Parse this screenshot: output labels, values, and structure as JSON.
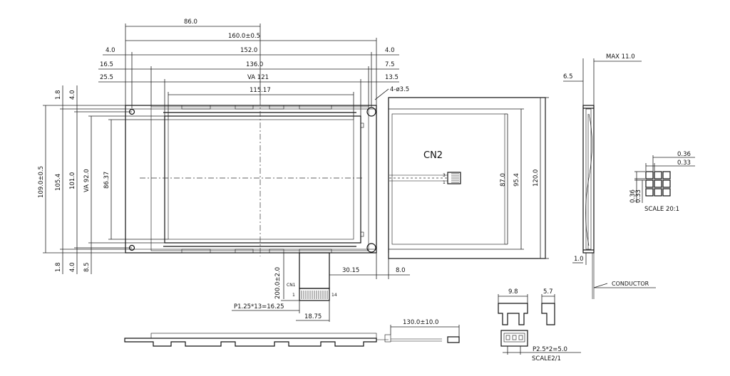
{
  "front_view": {
    "dims_top": {
      "d86": "86.0",
      "d160": "160.0±0.5",
      "d152": "152.0",
      "d136": "136.0",
      "va121": "VA 121",
      "d115": "115.17",
      "l4": "4.0",
      "l16": "16.5",
      "l25": "25.5",
      "r4": "4.0",
      "r7": "7.5",
      "r13": "13.5",
      "holes": "4-ø3.5"
    },
    "dims_left": {
      "d109": "109.0±0.5",
      "d105": "105.4",
      "d101": "101.0",
      "va92": "VA 92.0",
      "d86_37": "86.37",
      "t18": "1.8",
      "t40": "4.0",
      "b18": "1.8",
      "b40": "4.0",
      "b85": "8.5"
    },
    "dims_right": {
      "cn2": "CN2",
      "d87": "87.0",
      "d95": "95.4",
      "d120": "120.0",
      "pin3": "3",
      "pin1": "1"
    },
    "fpc": {
      "d200": "200.0±2.0",
      "d30": "30.15",
      "d8": "8.0",
      "cn1": "CN1",
      "pin1": "1",
      "pin14": "14",
      "pitch": "P1.25*13=16.25",
      "d18": "18.75"
    },
    "bottom_view": {
      "d130": "130.0±10.0"
    }
  },
  "side_view": {
    "max": "MAX 11.0",
    "d65": "6.5",
    "d10": "1.0",
    "conductor": "CONDUCTOR"
  },
  "pixel_detail": {
    "w36": "0.36",
    "w33": "0.33",
    "h36": "0.36",
    "h33": "0.33",
    "scale": "SCALE 20:1"
  },
  "connector_detail": {
    "d98": "9.8",
    "d57": "5.7",
    "pitch": "P2.5*2=5.0",
    "scale": "SCALE2/1"
  }
}
